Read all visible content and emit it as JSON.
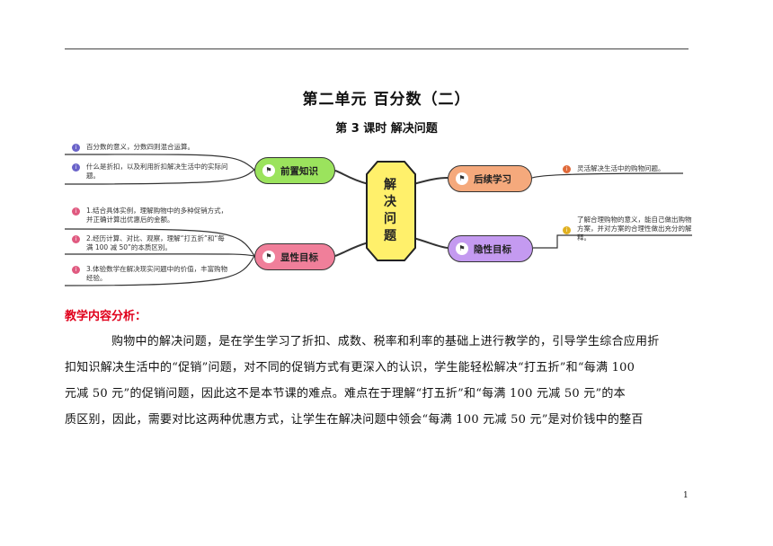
{
  "document": {
    "title": "第二单元  百分数（二）",
    "subtitle": "第 3 课时  解决问题",
    "page_number": "1"
  },
  "mindmap": {
    "center": [
      "解",
      "决",
      "问",
      "题"
    ],
    "branches": {
      "prior": {
        "label": "前置知识",
        "color": "#9be35d",
        "icon": "flag-icon"
      },
      "explicit": {
        "label": "显性目标",
        "color": "#f07f9a",
        "icon": "flag-icon"
      },
      "followup": {
        "label": "后续学习",
        "color": "#f5a97c",
        "icon": "flag-icon"
      },
      "implicit": {
        "label": "隐性目标",
        "color": "#c49af0",
        "icon": "flag-icon"
      }
    },
    "leaves": {
      "prior_1": "百分数的意义，分数四则混合运算。",
      "prior_2": "什么是折扣，以及利用折扣解决生活中的实际问题。",
      "explicit_1": "1.结合具体实例，理解购物中的多种促销方式，并正确计算出优惠后的金额。",
      "explicit_2": "2.经历计算、对比、观察，理解“打五折”和“每满 100 减 50”的本质区别。",
      "explicit_3": "3.体验数学在解决现实问题中的价值，丰富购物经验。",
      "followup_1": "灵活解决生活中的购物问题。",
      "implicit_1": "了解合理购物的意义，能自己做出购物方案，并对方案的合理性做出充分的解释。"
    }
  },
  "analysis": {
    "heading": "教学内容分析：",
    "lines": [
      "购物中的解决问题，是在学生学习了折扣、成数、税率和利率的基础上进行教学的，引导学生综合应用折",
      "扣知识解决生活中的“促销”问题，对不同的促销方式有更深入的认识，学生能轻松解决“打五折”和“每满  100",
      "元减 50 元”的促销问题，因此这不是本节课的难点。难点在于理解“打五折”和“每满 100 元减 50 元”的本",
      "质区别，因此，需要对比这两种优惠方式，让学生在解决问题中领会“每满 100 元减 50 元”是对价钱中的整百"
    ]
  }
}
